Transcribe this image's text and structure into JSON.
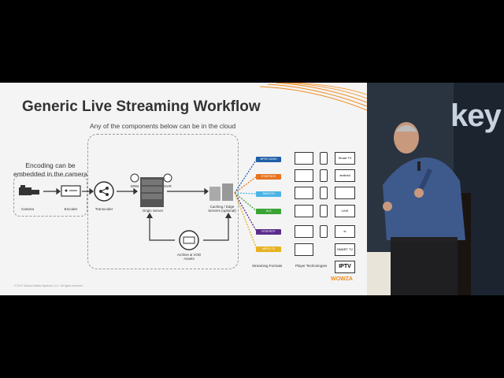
{
  "slide": {
    "title": "Generic Live Streaming Workflow",
    "cloud_caption": "Any of the components below can be in the cloud",
    "camera_caption_1": "Encoding can be",
    "camera_caption_2": "embedded in the camera",
    "labels": {
      "camera": "Camera",
      "encoder": "Encoder",
      "transcoder": "Transcoder",
      "origin": "Origin Server",
      "caching_1": "Caching / Edge",
      "caching_2": "Servers (optional)",
      "archive_1": "Archive & VOD",
      "archive_2": "Assets",
      "drm": "DRM",
      "dvr": "DVR"
    },
    "formats": [
      "MPEG DASH",
      "RTMP/HDS",
      "SMOOTH",
      "HLS",
      "RTSP/RTP",
      "MPEG-TS"
    ],
    "format_colors": [
      "#1f5fa8",
      "#e8731e",
      "#4bb3e6",
      "#3aa335",
      "#5b2c8c",
      "#e6b21e"
    ],
    "tv_labels": [
      "Smart TV",
      "android",
      "",
      "LIVE",
      "tv",
      "SMART TV",
      "IPTV"
    ],
    "streaming_formats_label": "Streaming Formats",
    "player_tech_label": "Player Technologies",
    "copyright": "© 2017 Wowza Media Systems, LLC. All rights reserved.",
    "brand": "WOWZA"
  },
  "stage": {
    "backdrop_text": "key"
  }
}
